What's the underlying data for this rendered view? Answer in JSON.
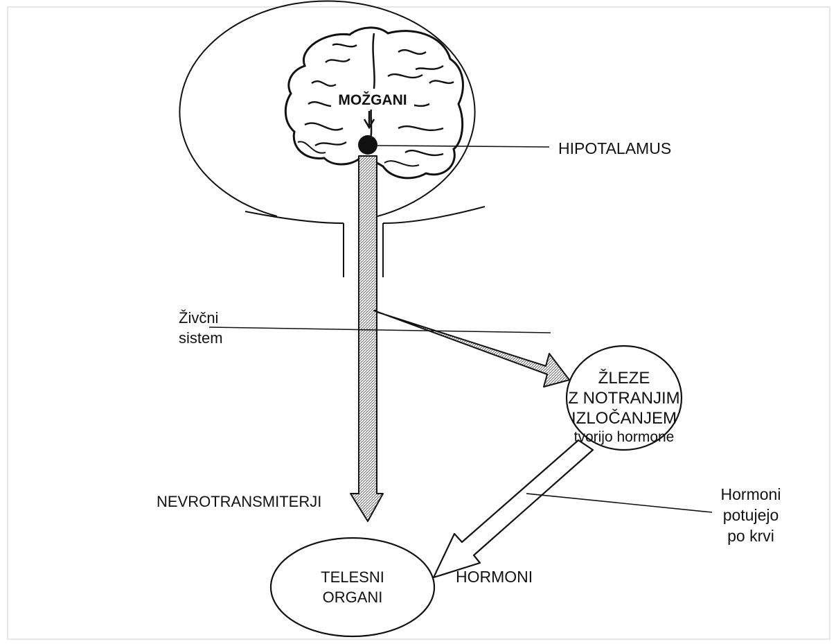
{
  "brain_label": "MOŽGANI",
  "hypothalamus_label": "HIPOTALAMUS",
  "nervous_system_label": [
    "Živčni",
    "sistem"
  ],
  "glands_label": [
    "ŽLEZE",
    "Z NOTRANJIM",
    "IZLOČANJEM"
  ],
  "glands_sublabel": "tvorijo hormone",
  "organs_label": [
    "TELESNI",
    "ORGANI"
  ],
  "neurotransmitters_label": "NEVROTRANSMITERJI",
  "hormones_label": "HORMONI",
  "hormones_travel_label": [
    "Hormoni",
    "potujejo",
    "po krvi"
  ]
}
